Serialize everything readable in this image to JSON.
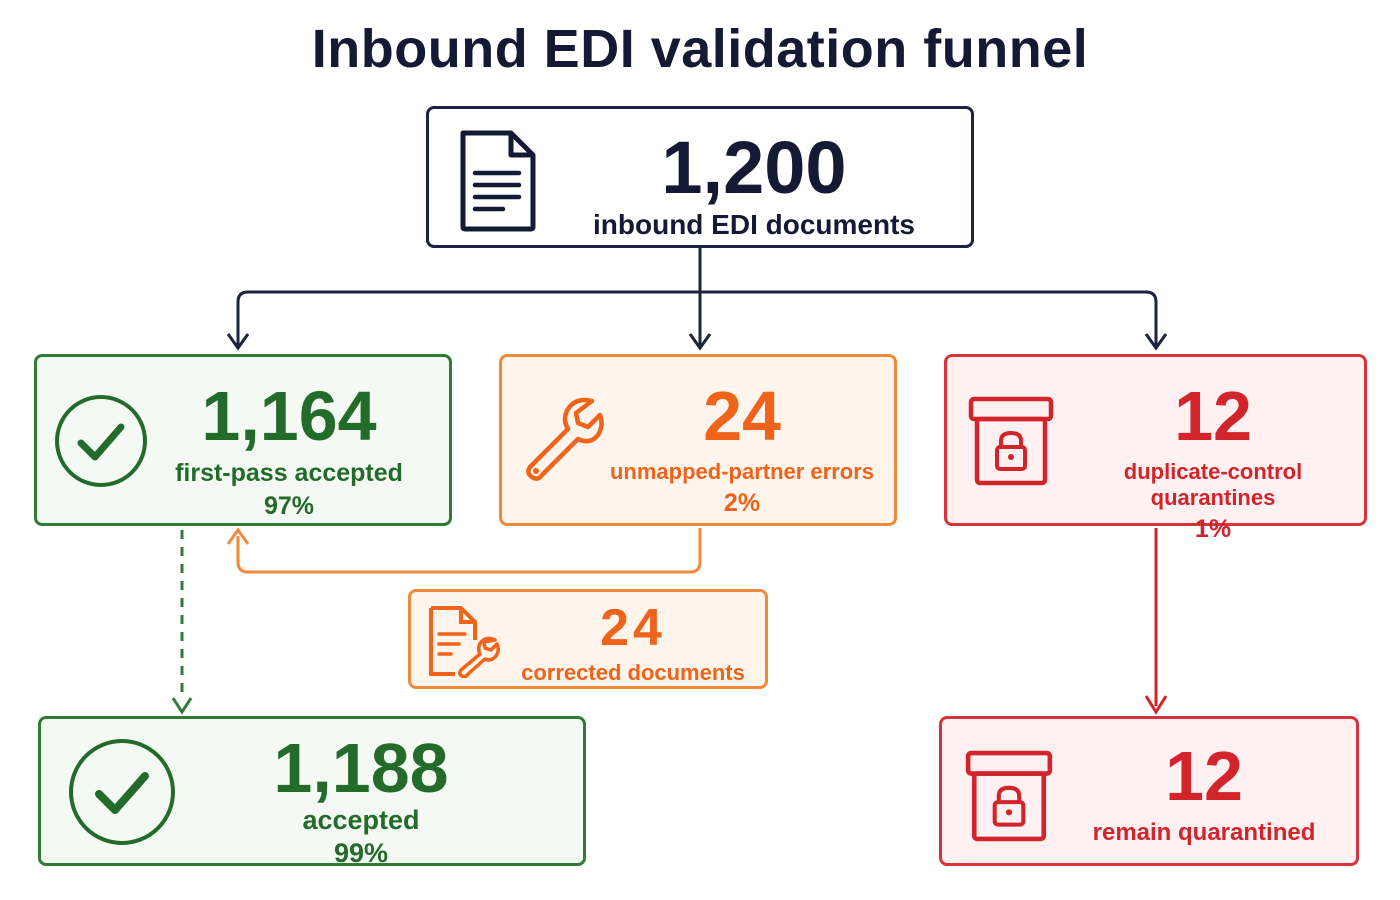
{
  "title": "Inbound EDI validation funnel",
  "colors": {
    "navy": "#1b2340",
    "green": "#2f7d32",
    "orange": "#f0631a",
    "red": "#d2242b"
  },
  "nodes": {
    "source": {
      "value": "1,200",
      "label": "inbound EDI documents",
      "icon": "document-icon"
    },
    "first_pass": {
      "value": "1,164",
      "label": "first-pass accepted",
      "percent": "97%",
      "icon": "check-circle-icon"
    },
    "unmapped": {
      "value": "24",
      "label": "unmapped-partner errors",
      "percent": "2%",
      "icon": "wrench-icon"
    },
    "duplicate": {
      "value": "12",
      "label": "duplicate-control quarantines",
      "percent": "1%",
      "icon": "locked-box-icon"
    },
    "corrected": {
      "value": "24",
      "label": "corrected documents",
      "icon": "document-wrench-icon"
    },
    "accepted": {
      "value": "1,188",
      "label": "accepted",
      "percent": "99%",
      "icon": "check-circle-icon"
    },
    "remain": {
      "value": "12",
      "label": "remain quarantined",
      "icon": "locked-box-icon"
    }
  },
  "edges": [
    {
      "from": "source",
      "to": "first_pass",
      "style": "solid"
    },
    {
      "from": "source",
      "to": "unmapped",
      "style": "solid"
    },
    {
      "from": "source",
      "to": "duplicate",
      "style": "solid"
    },
    {
      "from": "unmapped",
      "to": "first_pass",
      "style": "solid"
    },
    {
      "from": "first_pass",
      "to": "accepted",
      "style": "dashed"
    },
    {
      "from": "duplicate",
      "to": "remain",
      "style": "solid"
    }
  ]
}
